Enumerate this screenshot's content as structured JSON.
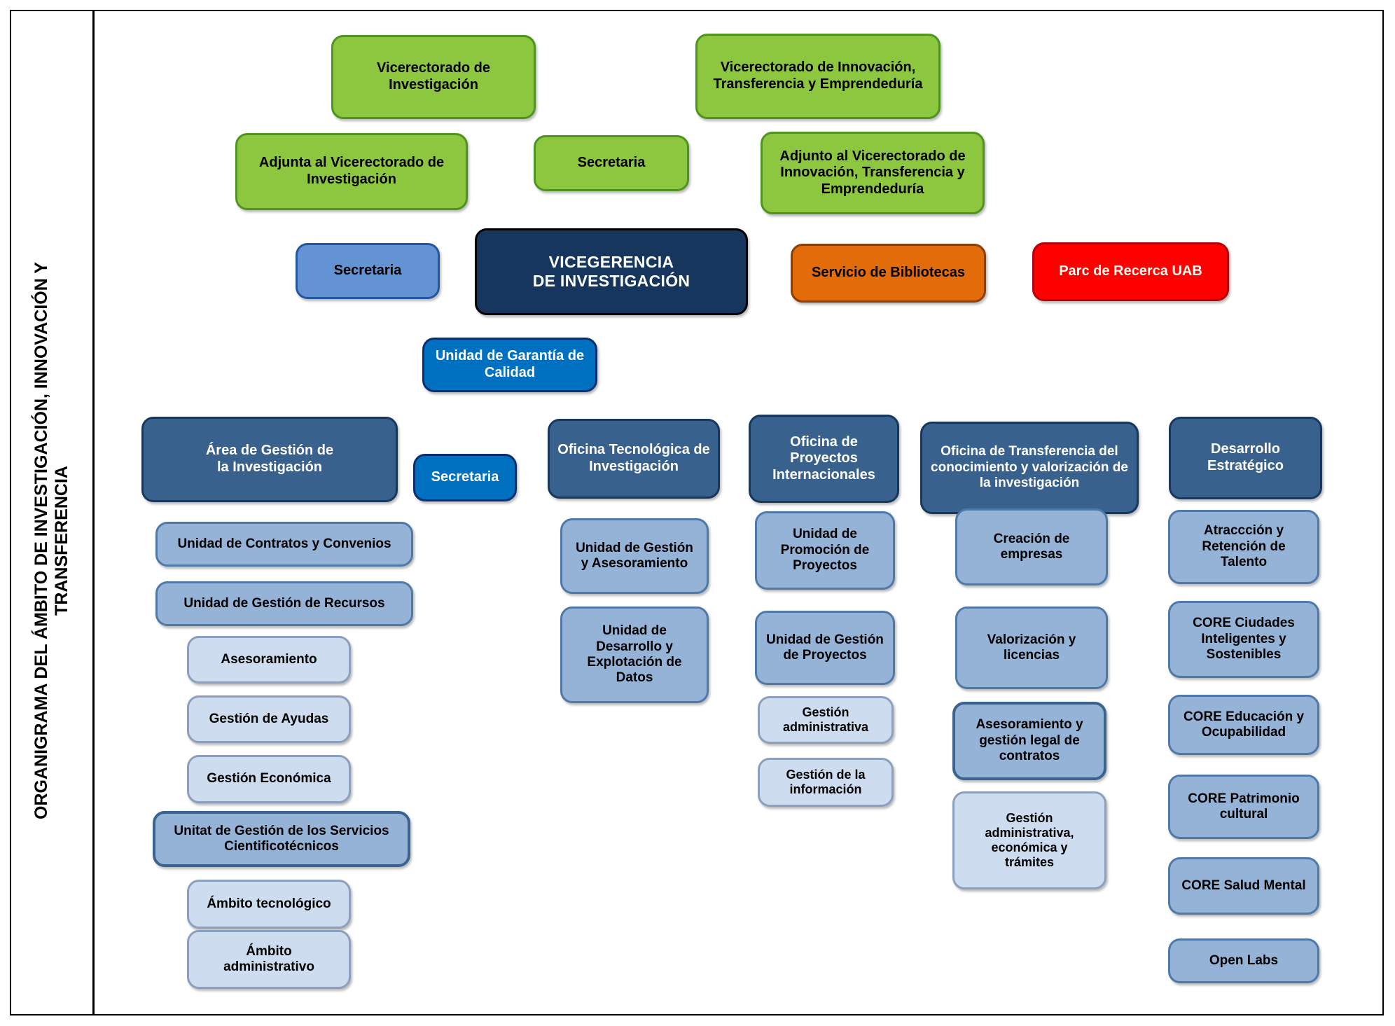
{
  "page_title": "ORGANIGRAMA DEL ÁMBITO DE INVESTIGACIÓN, INNOVACIÓN Y TRANSFERENCIA",
  "rectorate": {
    "vicerectorado_investigacion": "Vicerectorado de Investigación",
    "vicerectorado_innovacion": "Vicerectorado de Innovación, Transferencia y Emprendeduría",
    "adjunta_investigacion": "Adjunta al Vicerectorado de Investigación",
    "secretaria": "Secretaria",
    "adjunto_innovacion": "Adjunto al Vicerectorado  de Innovación, Transferencia y Emprendeduría"
  },
  "management": {
    "secretaria": "Secretaria",
    "vicegerencia": "VICEGERENCIA\nDE INVESTIGACIÓN",
    "bibliotecas": "Servicio de Bibliotecas",
    "parc_recerca": "Parc de Recerca UAB",
    "garantia_calidad": "Unidad de Garantía de Calidad"
  },
  "area_gestion": {
    "header": "Área de Gestión de\nla Investigación",
    "secretaria": "Secretaria",
    "contratos": "Unidad de Contratos y Convenios",
    "recursos": "Unidad de Gestión de Recursos",
    "asesoramiento": "Asesoramiento",
    "ayudas": "Gestión de Ayudas",
    "economica": "Gestión Económica",
    "servicios_cientificotecnicos": "Unitat de Gestión de los Servicios Cientificotécnicos",
    "ambito_tecnologico": "Ámbito tecnológico",
    "ambito_administrativo": "Ámbito\nadministrativo"
  },
  "oficina_tecnologica": {
    "header": "Oficina Tecnológica de Investigación",
    "gestion_asesoramiento": "Unidad de Gestión\ny Asesoramiento",
    "desarrollo_datos": "Unidad de\nDesarrollo y\nExplotación de\nDatos"
  },
  "proyectos_internacionales": {
    "header": "Oficina de\nProyectos\nInternacionales",
    "promocion": "Unidad de\nPromoción de\nProyectos",
    "gestion": "Unidad de Gestión\nde Proyectos",
    "administrativa": "Gestión\nadministrativa",
    "informacion": "Gestión de la\ninformación"
  },
  "transferencia": {
    "header": "Oficina de Transferencia del conocimiento y valorización de la investigación",
    "creacion_empresas": "Creación de\nempresas",
    "valorizacion": "Valorización y\nlicencias",
    "asesoramiento_legal": "Asesoramiento y\ngestión legal de\ncontratos",
    "gestion_admin": "Gestión\nadministrativa,\neconómica y\ntrámites"
  },
  "desarrollo_estrategico": {
    "header": "Desarrollo\nEstratégico",
    "atraccion": "Atraccción y\nRetención de\nTalento",
    "core_ciudades": "CORE Ciudades\nInteligentes y\nSostenibles",
    "core_educacion": "CORE Educación y\nOcupabilidad",
    "core_patrimonio": "CORE Patrimonio\ncultural",
    "core_salud": "CORE Salud Mental",
    "open_labs": "Open Labs"
  },
  "palette": {
    "green": "#8DC63F",
    "navy": "#17365D",
    "steel": "#38618E",
    "medium_blue": "#95B3D7",
    "light_blue": "#CEDCF0",
    "bright_blue": "#0070C0",
    "row_blue": "#6493D3",
    "orange": "#E36C0A",
    "red": "#FE0000"
  }
}
